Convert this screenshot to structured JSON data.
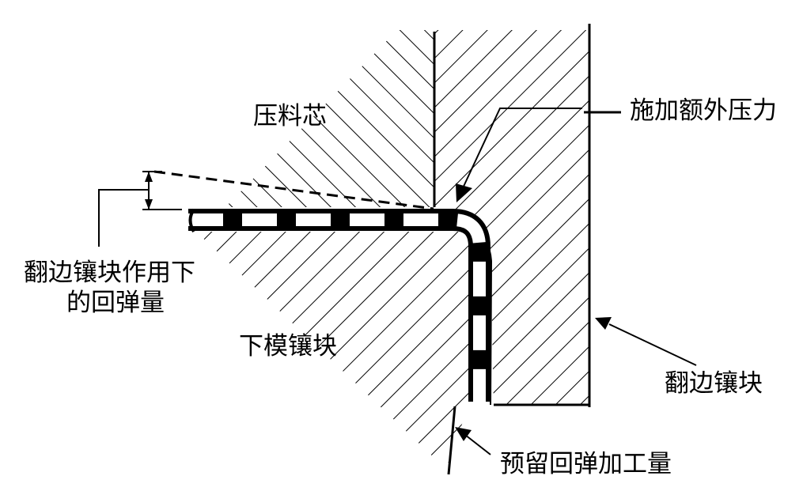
{
  "labels": {
    "pressure_pad": "压料芯",
    "extra_pressure": "施加额外压力",
    "springback_line1": "翻边镶块作用下",
    "springback_line2": "的回弹量",
    "lower_die_insert": "下模镶块",
    "flange_insert": "翻边镶块",
    "springback_allowance": "预留回弹加工量"
  },
  "colors": {
    "line": "#000000",
    "background": "#ffffff"
  }
}
